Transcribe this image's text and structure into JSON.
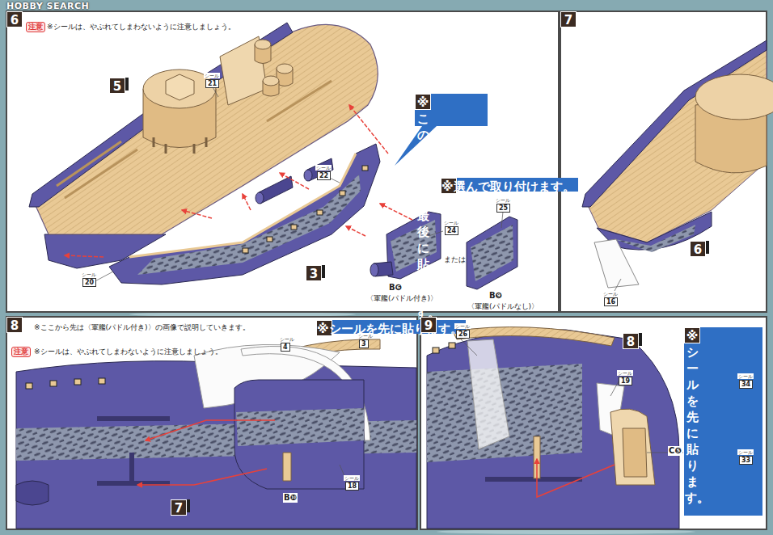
{
  "diagram": {
    "nodes": [
      {
        "text": [
          "6"
        ]
      },
      {
        "text": [
          "5"
        ],
        "in": 0
      },
      {
        "text": [
          "3"
        ],
        "in": 0
      },
      {
        "text": [
          "※このシールは最後に貼ります。"
        ],
        "in": 0
      },
      {
        "text": [
          "※選んで取り付けます。"
        ],
        "in": 0
      },
      {
        "text": [
          "7"
        ]
      },
      {
        "text": [
          "6"
        ],
        "in": 5
      },
      {
        "text": [
          "8"
        ]
      },
      {
        "text": [
          "※シールを先に貼ります。"
        ],
        "in": 7
      },
      {
        "text": [
          "7"
        ],
        "in": 7
      },
      {
        "text": [
          "9"
        ]
      },
      {
        "text": [
          "8"
        ],
        "in": 10
      },
      {
        "text": [
          "※シールを先に貼ります。"
        ],
        "in": 10
      }
    ],
    "labels": [
      "HOBBY SEARCH",
      "注意",
      "※シールは、やぶれてしまわないように注意しましょう。",
      "シール",
      "22",
      "シール",
      "21",
      "シール",
      "20",
      "シール",
      "24",
      "シール",
      "25",
      "B❻",
      "〈軍艦(パドル付き)〉",
      "または",
      "B❾",
      "〈軍艦(パドルなし)〉",
      "シール",
      "16",
      "※ここから先は〈軍艦(パドル付き)〉の画像で説明していきます。",
      "注意",
      "※シールは、やぶれてしまわないように注意しましょう。",
      "シール",
      "4",
      "シール",
      "3",
      "シール",
      "18",
      "B❿",
      "シール",
      "26",
      "シール",
      "19",
      "シール",
      "34",
      "C❺",
      "シール",
      "33"
    ]
  }
}
